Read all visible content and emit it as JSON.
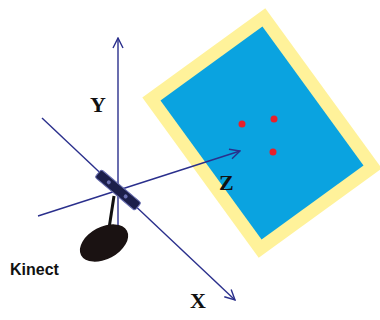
{
  "diagram": {
    "labels": [
      "Y",
      "Z",
      "X",
      "Kinect"
    ]
  }
}
